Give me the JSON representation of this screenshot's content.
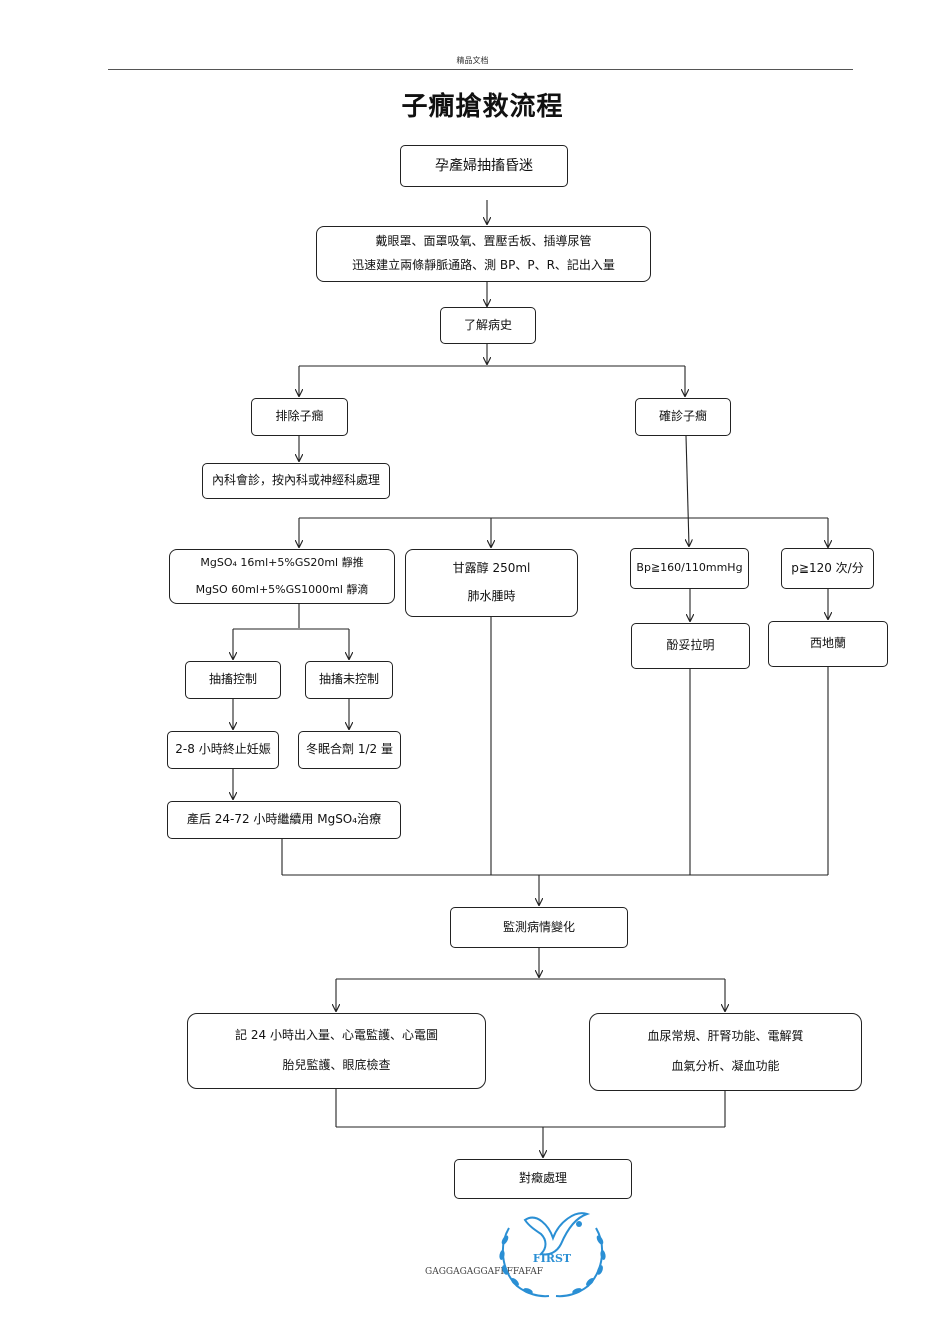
{
  "header": {
    "text": "精品文档"
  },
  "title": "子癇搶救流程",
  "nodes": {
    "start": "孕產婦抽搐昏迷",
    "first_aid": {
      "line1": "戴眼罩、面罩吸氧、置壓舌板、插導尿管",
      "line2": "迅速建立兩條靜脈通路、測 BP、P、R、記出入量"
    },
    "history": "了解病史",
    "exclude": "排除子癇",
    "consult": "內科會診，按內科或神經科處理",
    "confirm": "確診子癇",
    "mgso4": {
      "line1": "MgSO₄  16ml+5%GS20ml 靜推",
      "line2": "MgSO   60ml+5%GS1000ml 靜滴"
    },
    "mannitol": {
      "line1": "甘露醇 250ml",
      "line2": "肺水腫時"
    },
    "bp": "Bp≧160/110mmHg",
    "pulse": "p≧120 次/分",
    "phentolamine": "酚妥拉明",
    "cedilanid": "西地蘭",
    "controlled": "抽搐控制",
    "uncontrolled": "抽搐未控制",
    "terminate": "2-8 小時終止妊娠",
    "hibernation": "冬眠合劑 1/2 量",
    "postpartum": "產后 24-72 小時繼續用 MgSO₄治療",
    "monitor": "監測病情變化",
    "records": {
      "line1": "記 24 小時出入量、心電監護、心電圖",
      "line2": "胎兒監護、眼底檢查"
    },
    "labs": {
      "line1": "血尿常規、肝腎功能、電解質",
      "line2": "血氣分析、凝血功能"
    },
    "symptomatic": "對癥處理"
  },
  "footer": {
    "text": "GAGGAGAGGAFFFFAFAF"
  },
  "logo": {
    "text": "FIRST",
    "color": "#2a8fd4"
  }
}
